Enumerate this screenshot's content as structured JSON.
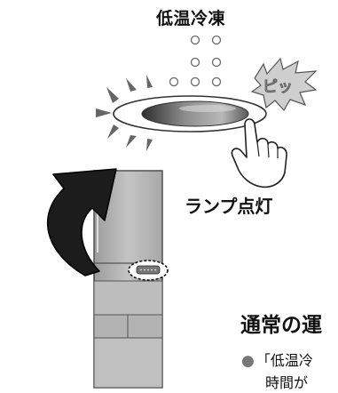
{
  "panel": {
    "mode_label": "低温冷凍",
    "beep": "ピッ",
    "lamp_label": "ランプ点灯"
  },
  "section": {
    "heading": "通常の運",
    "bullet_text": "「低温冷",
    "continuation": "時間が"
  },
  "colors": {
    "button_dark": "#444444",
    "button_mid": "#9a9a9a",
    "burst_fill": "#c8c8c8",
    "arrow_fill": "#222222",
    "fridge_body": "#b5b5b5"
  },
  "icons": [
    "hand-pointer-icon",
    "curved-arrow-icon",
    "sound-burst-icon",
    "refrigerator-icon"
  ]
}
